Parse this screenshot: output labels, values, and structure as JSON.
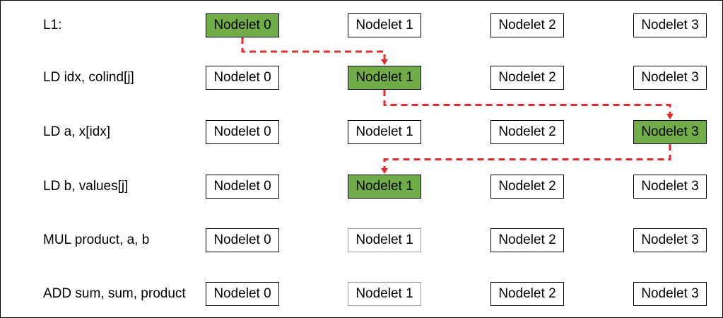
{
  "diagram": {
    "rows": [
      {
        "label": "L1:",
        "nodes": [
          {
            "label": "Nodelet 0",
            "state": "active"
          },
          {
            "label": "Nodelet 1",
            "state": "normal"
          },
          {
            "label": "Nodelet 2",
            "state": "normal"
          },
          {
            "label": "Nodelet 3",
            "state": "normal"
          }
        ]
      },
      {
        "label": "LD idx, colind[j]",
        "nodes": [
          {
            "label": "Nodelet 0",
            "state": "normal"
          },
          {
            "label": "Nodelet 1",
            "state": "active"
          },
          {
            "label": "Nodelet 2",
            "state": "normal"
          },
          {
            "label": "Nodelet 3",
            "state": "normal"
          }
        ]
      },
      {
        "label": "LD a, x[idx]",
        "nodes": [
          {
            "label": "Nodelet 0",
            "state": "normal"
          },
          {
            "label": "Nodelet 1",
            "state": "normal"
          },
          {
            "label": "Nodelet 2",
            "state": "normal"
          },
          {
            "label": "Nodelet 3",
            "state": "active"
          }
        ]
      },
      {
        "label": "LD b, values[j]",
        "nodes": [
          {
            "label": "Nodelet 0",
            "state": "normal"
          },
          {
            "label": "Nodelet 1",
            "state": "active"
          },
          {
            "label": "Nodelet 2",
            "state": "normal"
          },
          {
            "label": "Nodelet 3",
            "state": "normal"
          }
        ]
      },
      {
        "label": "MUL product, a, b",
        "nodes": [
          {
            "label": "Nodelet 0",
            "state": "normal"
          },
          {
            "label": "Nodelet 1",
            "state": "faint"
          },
          {
            "label": "Nodelet 2",
            "state": "normal"
          },
          {
            "label": "Nodelet 3",
            "state": "normal"
          }
        ]
      },
      {
        "label": "ADD sum, sum, product",
        "nodes": [
          {
            "label": "Nodelet 0",
            "state": "normal"
          },
          {
            "label": "Nodelet 1",
            "state": "faint"
          },
          {
            "label": "Nodelet 2",
            "state": "normal"
          },
          {
            "label": "Nodelet 3",
            "state": "normal"
          }
        ]
      }
    ],
    "migrations": [
      {
        "from_row": 0,
        "from_nodelet": 0,
        "to_row": 1,
        "to_nodelet": 1
      },
      {
        "from_row": 1,
        "from_nodelet": 1,
        "to_row": 2,
        "to_nodelet": 3
      },
      {
        "from_row": 2,
        "from_nodelet": 3,
        "to_row": 3,
        "to_nodelet": 1
      }
    ],
    "colors": {
      "active_fill": "#70ad47",
      "arrow": "#e8282b",
      "faint_border": "#9a9a9a"
    }
  }
}
